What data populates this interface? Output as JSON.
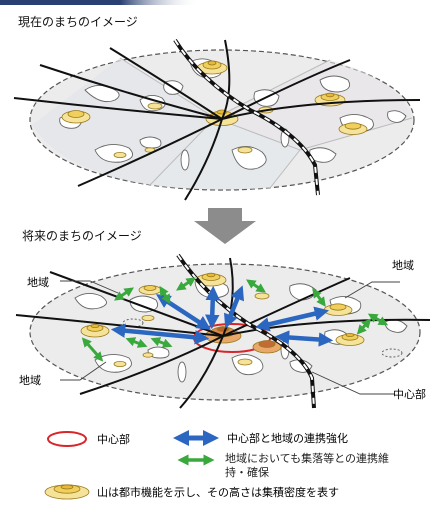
{
  "current_title": "現在のまちのイメージ",
  "future_title": "将来のまちのイメージ",
  "callouts": {
    "area_top_left": "地域",
    "area_top_right": "地域",
    "area_bottom_left": "地域",
    "center_right": "中心部"
  },
  "legend": {
    "center": "中心部",
    "link_strengthen": "中心部と地域の連携強化",
    "link_maintain": "地域においても集落等との連携維持・確保",
    "mountain": "山は都市機能を示し、その高さは集積密度を表す"
  },
  "colors": {
    "blue_arrow": "#2b66c0",
    "green_arrow": "#39a83d",
    "center_ring": "#d9262b",
    "mountain_fill": "#f4d77a",
    "field": "#ececec"
  }
}
